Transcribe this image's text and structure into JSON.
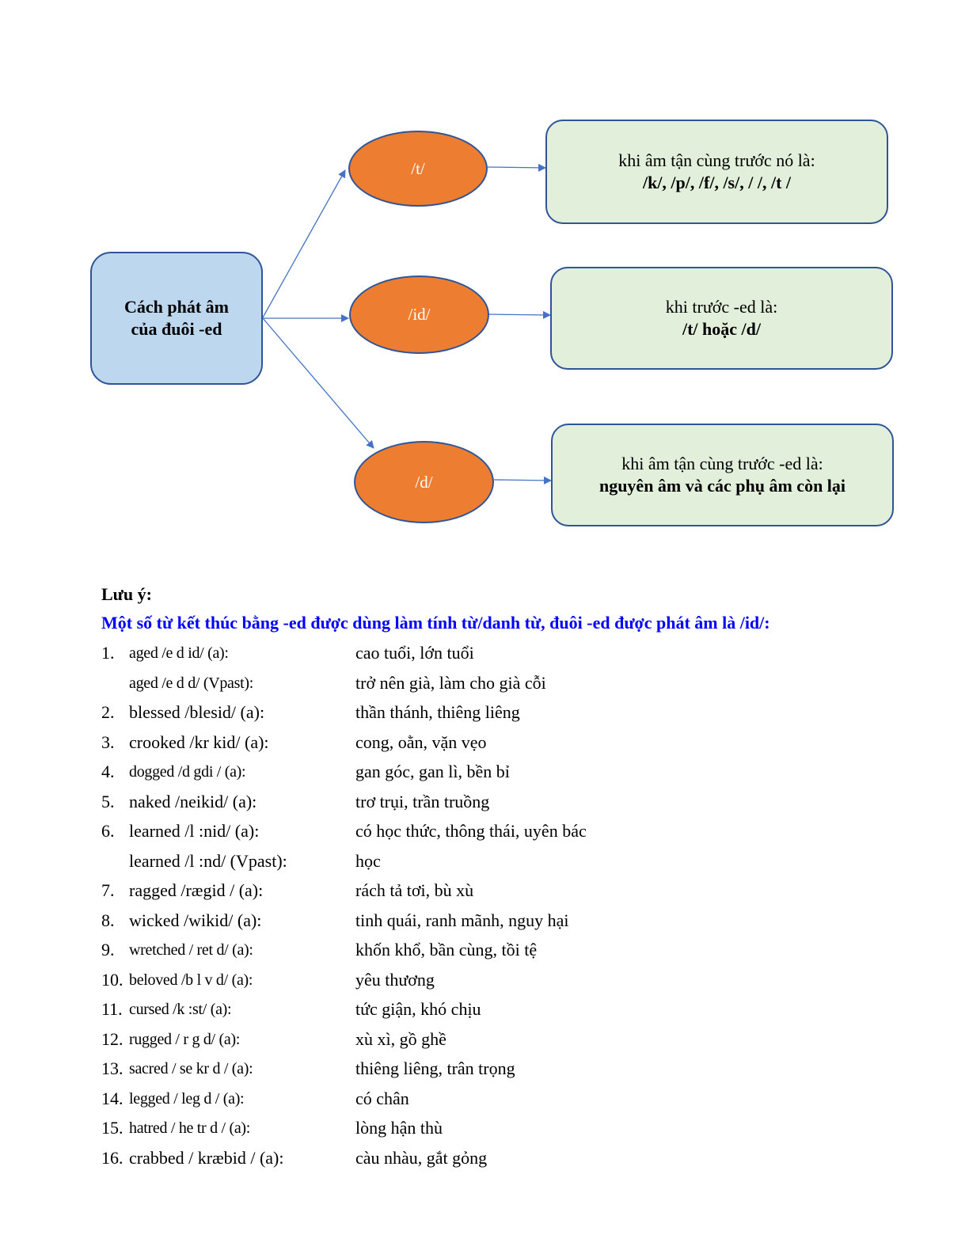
{
  "diagram": {
    "center": {
      "line1": "Cách phát âm",
      "line2": "của đuôi -ed"
    },
    "branches": [
      {
        "sound": "/t/",
        "rule_line1": "khi âm tận cùng trước nó là:",
        "rule_line2": "/k/, /p/, /f/, /s/, / /, /t /"
      },
      {
        "sound": "/id/",
        "rule_line1": "khi trước -ed là:",
        "rule_line2": "/t/ hoặc /d/"
      },
      {
        "sound": "/d/",
        "rule_line1": "khi âm tận cùng trước -ed là:",
        "rule_line2": "nguyên âm và các phụ âm còn lại"
      }
    ],
    "colors": {
      "center_fill": "#bdd7ee",
      "ellipse_fill": "#ed7d31",
      "rule_fill": "#e2efda",
      "border": "#2f5597",
      "arrow": "#4472c4"
    }
  },
  "notes": {
    "title": "Lưu ý:",
    "subtitle": "Một số từ kết thúc bằng -ed được dùng làm tính từ/danh từ, đuôi -ed được phát âm là /id/:",
    "subtitle_color": "#0000ff",
    "items": [
      {
        "num": "1.",
        "word": "aged /e d id/ (a):",
        "meaning": "cao tuổi, lớn tuổi"
      },
      {
        "num": "",
        "word": "aged /e d d/ (Vpast):",
        "meaning": "trở nên già, làm cho già cỗi"
      },
      {
        "num": "2.",
        "word": "blessed /blesid/ (a):",
        "meaning": "thần thánh, thiêng liêng"
      },
      {
        "num": "3.",
        "word": "crooked /kr kid/ (a):",
        "meaning": "cong, oằn, vặn vẹo"
      },
      {
        "num": "4.",
        "word": "dogged /d gdi / (a):",
        "meaning": "gan góc, gan lì, bền bỉ"
      },
      {
        "num": "5.",
        "word": "naked /neikid/ (a):",
        "meaning": "trơ trụi, trần truồng"
      },
      {
        "num": "6.",
        "word": "learned /l :nid/ (a):",
        "meaning": "có học thức, thông thái, uyên bác"
      },
      {
        "num": "",
        "word": "learned /l :nd/ (Vpast):",
        "meaning": "học"
      },
      {
        "num": "7.",
        "word": "ragged /rægid / (a):",
        "meaning": "rách tả tơi, bù xù"
      },
      {
        "num": "8.",
        "word": "wicked /wikid/ (a):",
        "meaning": "tinh quái, ranh mãnh, nguy hại"
      },
      {
        "num": "9.",
        "word": "wretched / ret d/ (a):",
        "meaning": "khốn khổ, bần cùng, tồi tệ"
      },
      {
        "num": "10.",
        "word": "beloved /b l v d/ (a):",
        "meaning": "yêu thương"
      },
      {
        "num": "11.",
        "word": "cursed /k :st/ (a):",
        "meaning": "tức giận, khó chịu"
      },
      {
        "num": "12.",
        "word": "rugged / r g d/ (a):",
        "meaning": "xù xì, gồ ghề"
      },
      {
        "num": "13.",
        "word": "sacred / se kr d / (a):",
        "meaning": "thiêng liêng, trân trọng"
      },
      {
        "num": "14.",
        "word": "legged / leg d / (a):",
        "meaning": "có chân"
      },
      {
        "num": "15.",
        "word": "hatred / he tr d / (a):",
        "meaning": "lòng hận thù"
      },
      {
        "num": "16.",
        "word": "crabbed / kræbid / (a):",
        "meaning": "càu nhàu, gắt gỏng"
      }
    ]
  }
}
